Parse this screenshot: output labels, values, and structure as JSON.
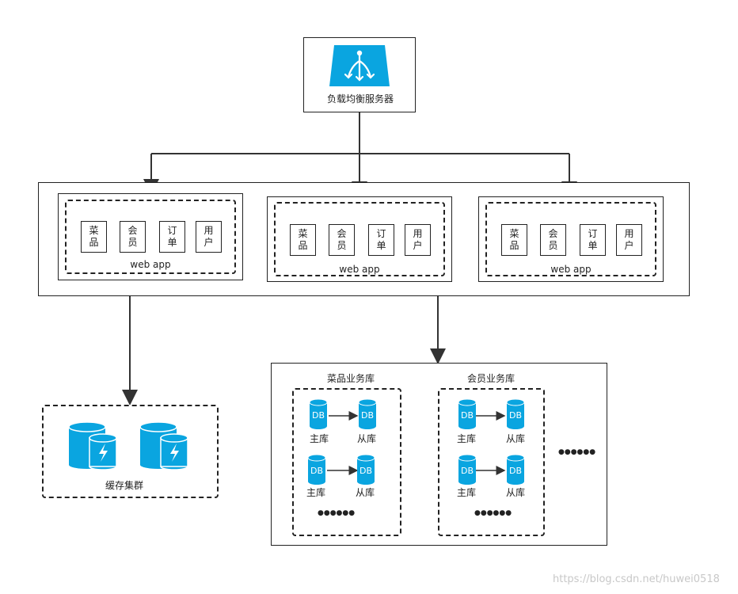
{
  "load_balancer": {
    "label": "负载均衡服务器"
  },
  "webapps": [
    {
      "modules": [
        [
          "菜",
          "品"
        ],
        [
          "会",
          "员"
        ],
        [
          "订",
          "单"
        ],
        [
          "用",
          "户"
        ]
      ],
      "label": "web app"
    },
    {
      "modules": [
        [
          "菜",
          "品"
        ],
        [
          "会",
          "员"
        ],
        [
          "订",
          "单"
        ],
        [
          "用",
          "户"
        ]
      ],
      "label": "web app"
    },
    {
      "modules": [
        [
          "菜",
          "品"
        ],
        [
          "会",
          "员"
        ],
        [
          "订",
          "单"
        ],
        [
          "用",
          "户"
        ]
      ],
      "label": "web app"
    }
  ],
  "cache": {
    "label": "缓存集群"
  },
  "databases": {
    "groups": [
      {
        "title": "菜品业务库",
        "master": "主库",
        "slave": "从库",
        "db_text": "DB",
        "dots": "●●●●●●"
      },
      {
        "title": "会员业务库",
        "master": "主库",
        "slave": "从库",
        "db_text": "DB",
        "dots": "●●●●●●"
      }
    ],
    "more": "●●●●●●"
  },
  "watermark": "https://blog.csdn.net/huwei0518",
  "colors": {
    "accent": "#0aa5e0",
    "line": "#333333"
  }
}
